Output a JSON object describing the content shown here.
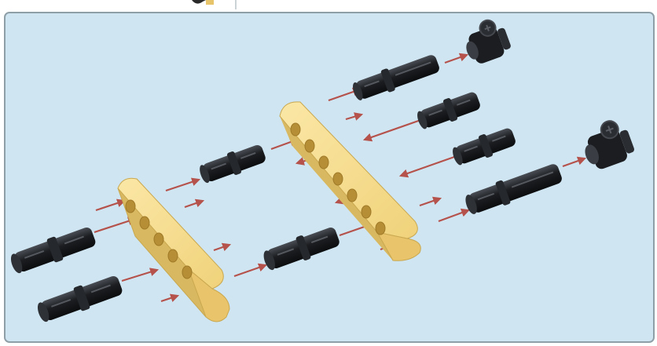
{
  "figure": {
    "type": "exploded assembly diagram",
    "background_color": "#cfe6f2",
    "frame_color": "#8f9fa8",
    "beam_color": "#f3d98a",
    "beam_shade_color": "#d8b860",
    "pin_color": "#1b1d20",
    "arrow_color": "#b5524b",
    "parts": {
      "beams": [
        {
          "name": "short-beam",
          "holes": 5
        },
        {
          "name": "long-beam",
          "holes": 7
        }
      ],
      "pin_count": 8,
      "connector_count": 2,
      "arrow_count": 21
    }
  }
}
